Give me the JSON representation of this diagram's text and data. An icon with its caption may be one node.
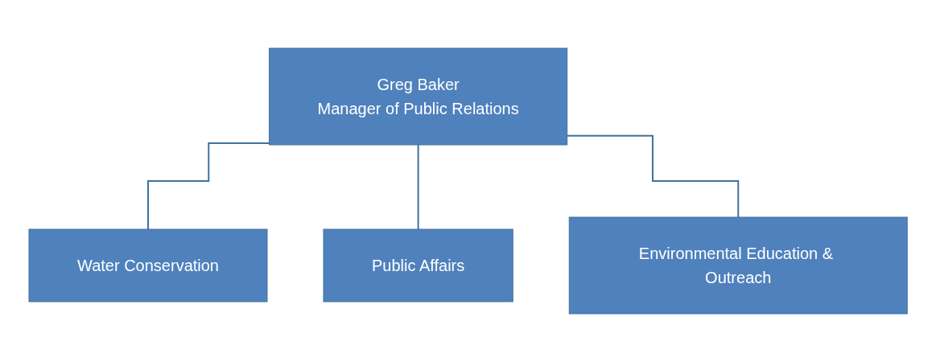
{
  "diagram": {
    "nodes": [
      {
        "text": [
          "Greg Baker",
          "Manager of Public Relations"
        ]
      },
      {
        "text": [
          "Water Conservation"
        ]
      },
      {
        "text": [
          "Public Affairs"
        ]
      },
      {
        "text": [
          "Environmental Education & Outreach"
        ]
      }
    ],
    "edges": [
      {
        "from": 0,
        "to": 1,
        "arrow": "none"
      },
      {
        "from": 0,
        "to": 2,
        "arrow": "none"
      },
      {
        "from": 0,
        "to": 3,
        "arrow": "none"
      }
    ]
  }
}
